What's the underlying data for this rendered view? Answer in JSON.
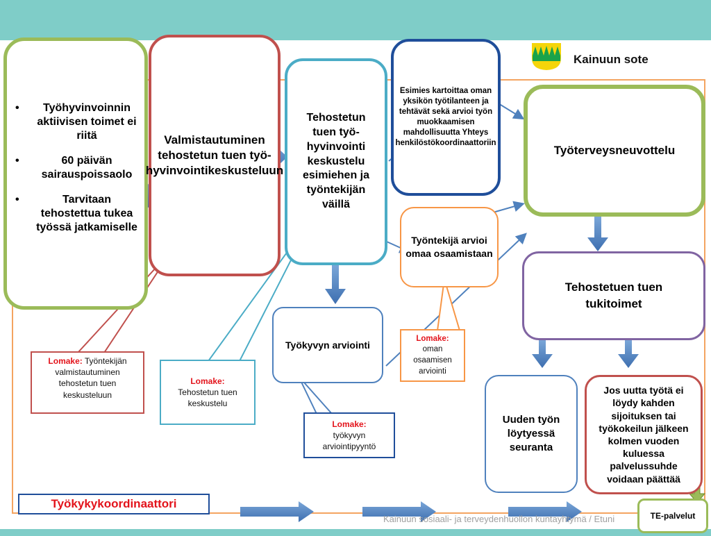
{
  "brand": {
    "name": "Kainuun sote"
  },
  "footer": {
    "text": "Kainuun sosiaali- ja terveydenhuollon kuntayhtymä / Etuni"
  },
  "requirements": [
    "Työhyvinvoinnin aktiivisen toimet ei riitä",
    "60 päivän sairauspoissaolo",
    "Tarvitaan tehostettua tukea työssä jatkamiselle"
  ],
  "nodes": {
    "preparation": "Valmistautuminen tehostetun tuen työ-hyvinvointikeskusteluun",
    "discussion": "Tehostetun tuen työ-hyvinvointi keskustelu esimiehen ja työntekijän väillä",
    "supervisor": "Esimies kartoittaa oman yksikön työtilanteen ja tehtävät sekä arvioi työn muokkaamisen mahdollisuutta Yhteys henkilöstökoordinaattoriin",
    "self_assessment": "Työntekijä arvioi omaa osaamistaan",
    "work_ability": "Työkyvyn arviointi",
    "occupational_health": "Työterveysneuvottelu",
    "support_measures": "Tehostetuen tuen tukitoimet",
    "follow_up": "Uuden työn löytyessä seuranta",
    "no_new_job": "Jos uutta työtä ei löydy kahden sijoituksen tai työkokeilun jälkeen kolmen vuoden kuluessa palvelussuhde voidaan päättää",
    "te_services": "TE-palvelut",
    "coordinator": "Työkykykoordinaattori"
  },
  "forms": {
    "label": "Lomake:",
    "preparation_form": "Työntekijän valmistautuminen tehostetun tuen keskusteluun",
    "discussion_form": "Tehostetun tuen keskustelu",
    "work_ability_form": "työkyvyn arviointipyyntö",
    "competence_form": "oman osaamisen arviointi"
  },
  "colors": {
    "teal_band": "#7fcdc8",
    "green_border": "#9bbb59",
    "red_border": "#c0504d",
    "cyan_border": "#4bacc6",
    "blue_border": "#4f81bd",
    "orange_border": "#f79646",
    "purple_border": "#8064a2",
    "arrow_fill": "#4f81bd",
    "lomake_red": "#e3131b"
  }
}
